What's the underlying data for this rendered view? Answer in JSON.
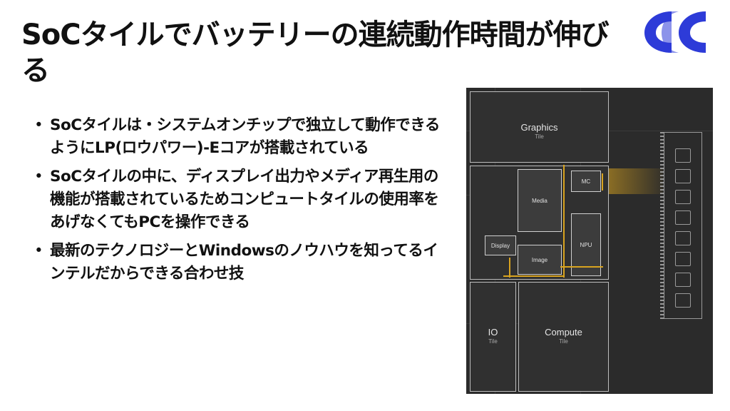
{
  "slide": {
    "title": "SoCタイルでバッテリーの連続動作時間が伸びる",
    "bullets": [
      "SoCタイルは・システムオンチップで独立して動作できるようにLP(ロウパワー)-Eコアが搭載されている",
      "SoCタイルの中に、ディスプレイ出力やメディア再生用の機能が搭載されているためコンピュートタイルの使用率をあげなくてもPCを操作できる",
      "最新のテクノロジーとWindowsのノウハウを知ってるインテルだからできる合わせ技"
    ],
    "bullet_marker": "•"
  },
  "diagram": {
    "graphics_tile": {
      "label": "Graphics",
      "sub": "Tile"
    },
    "io_tile": {
      "label": "IO",
      "sub": "Tile"
    },
    "compute_tile": {
      "label": "Compute",
      "sub": "Tile"
    },
    "blocks": {
      "media": "Media",
      "mc": "MC",
      "npu": "NPU",
      "display": "Display",
      "image": "Image"
    },
    "colors": {
      "background": "#2b2b2b",
      "accent_wire": "#d8a31f",
      "logo_blue": "#2d3bd8"
    }
  },
  "logo": {
    "icon": "double-c-logo-icon"
  }
}
